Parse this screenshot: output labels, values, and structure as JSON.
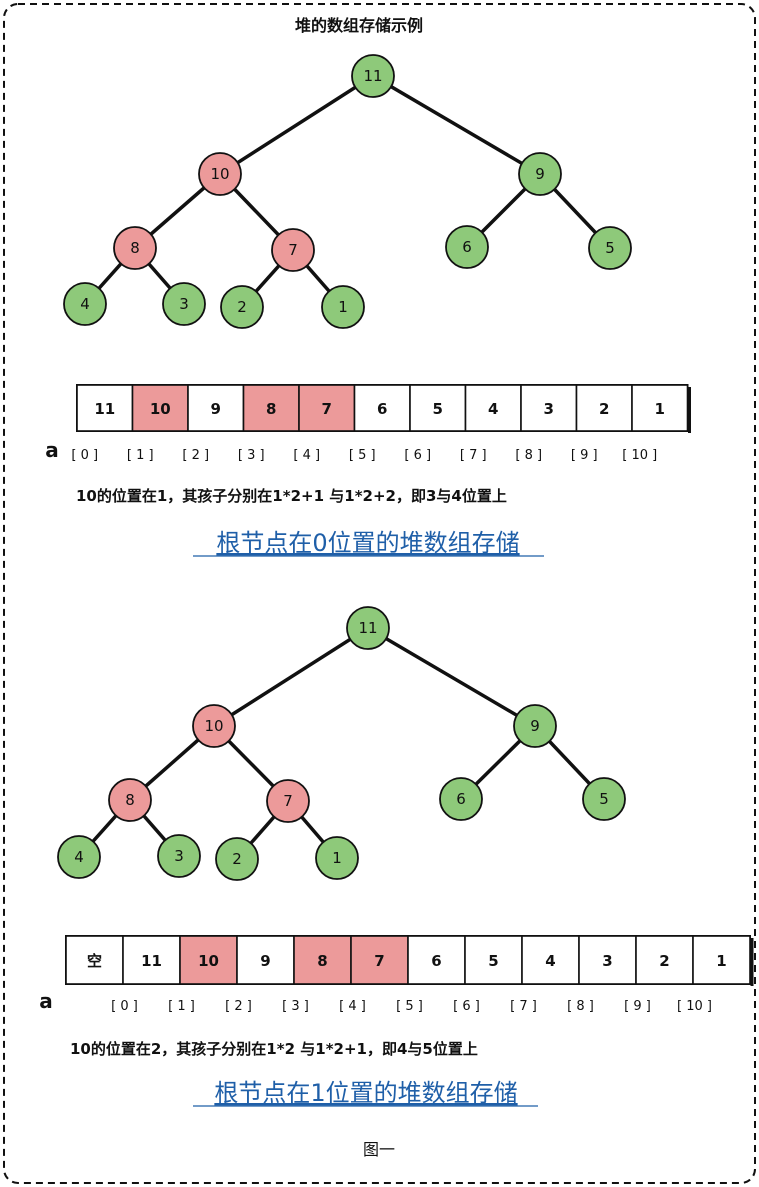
{
  "page_title": "堆的数组存储示例",
  "figure_label": "图一",
  "colors": {
    "green": "#8ec97a",
    "red": "#ec9a9a",
    "white": "#ffffff",
    "stroke": "#111111",
    "caption": "#1f5fa8"
  },
  "diagrams": [
    {
      "tree": {
        "nodes": [
          {
            "id": "n11",
            "label": "11",
            "color": "green"
          },
          {
            "id": "n10",
            "label": "10",
            "color": "red"
          },
          {
            "id": "n9",
            "label": "9",
            "color": "green"
          },
          {
            "id": "n8",
            "label": "8",
            "color": "red"
          },
          {
            "id": "n7",
            "label": "7",
            "color": "red"
          },
          {
            "id": "n6",
            "label": "6",
            "color": "green"
          },
          {
            "id": "n5",
            "label": "5",
            "color": "green"
          },
          {
            "id": "n4",
            "label": "4",
            "color": "green"
          },
          {
            "id": "n3",
            "label": "3",
            "color": "green"
          },
          {
            "id": "n2",
            "label": "2",
            "color": "green"
          },
          {
            "id": "n1",
            "label": "1",
            "color": "green"
          }
        ],
        "edges": [
          [
            "n11",
            "n10"
          ],
          [
            "n11",
            "n9"
          ],
          [
            "n10",
            "n8"
          ],
          [
            "n10",
            "n7"
          ],
          [
            "n9",
            "n6"
          ],
          [
            "n9",
            "n5"
          ],
          [
            "n8",
            "n4"
          ],
          [
            "n8",
            "n3"
          ],
          [
            "n7",
            "n2"
          ],
          [
            "n7",
            "n1"
          ]
        ]
      },
      "array": {
        "name": "a",
        "cells": [
          {
            "value": "11",
            "color": "white"
          },
          {
            "value": "10",
            "color": "red"
          },
          {
            "value": "9",
            "color": "white"
          },
          {
            "value": "8",
            "color": "red"
          },
          {
            "value": "7",
            "color": "red"
          },
          {
            "value": "6",
            "color": "white"
          },
          {
            "value": "5",
            "color": "white"
          },
          {
            "value": "4",
            "color": "white"
          },
          {
            "value": "3",
            "color": "white"
          },
          {
            "value": "2",
            "color": "white"
          },
          {
            "value": "1",
            "color": "white"
          }
        ],
        "indices": [
          "[ 0 ]",
          "[ 1 ]",
          "[ 2 ]",
          "[ 3 ]",
          "[ 4 ]",
          "[ 5 ]",
          "[ 6 ]",
          "[ 7 ]",
          "[ 8 ]",
          "[ 9 ]",
          "[ 10 ]"
        ]
      },
      "note": "10的位置在1，其孩子分别在1*2+1 与1*2+2，即3与4位置上",
      "caption": "根节点在0位置的堆数组存储"
    },
    {
      "tree": {
        "nodes": [
          {
            "id": "n11",
            "label": "11",
            "color": "green"
          },
          {
            "id": "n10",
            "label": "10",
            "color": "red"
          },
          {
            "id": "n9",
            "label": "9",
            "color": "green"
          },
          {
            "id": "n8",
            "label": "8",
            "color": "red"
          },
          {
            "id": "n7",
            "label": "7",
            "color": "red"
          },
          {
            "id": "n6",
            "label": "6",
            "color": "green"
          },
          {
            "id": "n5",
            "label": "5",
            "color": "green"
          },
          {
            "id": "n4",
            "label": "4",
            "color": "green"
          },
          {
            "id": "n3",
            "label": "3",
            "color": "green"
          },
          {
            "id": "n2",
            "label": "2",
            "color": "green"
          },
          {
            "id": "n1",
            "label": "1",
            "color": "green"
          }
        ],
        "edges": [
          [
            "n11",
            "n10"
          ],
          [
            "n11",
            "n9"
          ],
          [
            "n10",
            "n8"
          ],
          [
            "n10",
            "n7"
          ],
          [
            "n9",
            "n6"
          ],
          [
            "n9",
            "n5"
          ],
          [
            "n8",
            "n4"
          ],
          [
            "n8",
            "n3"
          ],
          [
            "n7",
            "n2"
          ],
          [
            "n7",
            "n1"
          ]
        ]
      },
      "array": {
        "name": "a",
        "cells": [
          {
            "value": "空",
            "color": "white"
          },
          {
            "value": "11",
            "color": "white"
          },
          {
            "value": "10",
            "color": "red"
          },
          {
            "value": "9",
            "color": "white"
          },
          {
            "value": "8",
            "color": "red"
          },
          {
            "value": "7",
            "color": "red"
          },
          {
            "value": "6",
            "color": "white"
          },
          {
            "value": "5",
            "color": "white"
          },
          {
            "value": "4",
            "color": "white"
          },
          {
            "value": "3",
            "color": "white"
          },
          {
            "value": "2",
            "color": "white"
          },
          {
            "value": "1",
            "color": "white"
          }
        ],
        "indices": [
          "[ 0 ]",
          "[ 1 ]",
          "[ 2 ]",
          "[ 3 ]",
          "[ 4 ]",
          "[ 5 ]",
          "[ 6 ]",
          "[ 7 ]",
          "[ 8 ]",
          "[ 9 ]",
          "[ 10 ]"
        ]
      },
      "note": "10的位置在2，其孩子分别在1*2 与1*2+1，即4与5位置上",
      "caption": "根节点在1位置的堆数组存储"
    }
  ]
}
